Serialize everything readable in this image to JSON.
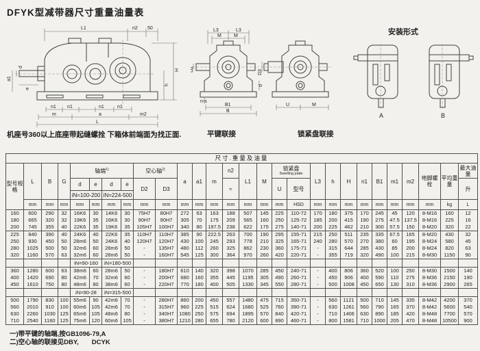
{
  "page_title": "DFYK型减带器尺寸重量油量表",
  "note_under_drawings": "机座号360以上底座带起缝螺拴  下箱体前端面为找正面.",
  "drawings": {
    "side": {
      "L1": "L1",
      "n2": "n2",
      "fifty": "50",
      "H": "H",
      "h": "h",
      "a1": "a1",
      "d": "d",
      "e": "e",
      "n1": "n1",
      "m": "m",
      "a": "a",
      "m2": "m2",
      "L": "L"
    },
    "key_view": {
      "caption": "平键联接",
      "L3": "L3",
      "M": "M",
      "D2": "D2",
      "ns": "n-s",
      "B1": "B1",
      "B": "B",
      "d": "d"
    },
    "lock_view": {
      "caption": "锁紧盘联接",
      "D3": "D3",
      "U": "U",
      "M": "M"
    },
    "mount": {
      "title": "安装形式",
      "A": "A",
      "B": "B"
    }
  },
  "table": {
    "caption": "尺寸.重量及油量",
    "header": {
      "model": "型号规格",
      "L": "L",
      "B": "B",
      "G": "G",
      "shaft_end": "轴端",
      "shaft_end_sup": "1)",
      "d": "d",
      "e": "e",
      "range1": "iN=100-200",
      "range2": "iN=224-500",
      "hollow": "空心轴",
      "hollow_sup": "2)",
      "D2": "D2",
      "D3": "D3",
      "a": "a",
      "a1": "a1",
      "m": "m",
      "n2": "n2",
      "approx": "≈",
      "L1": "L1",
      "M": "M",
      "lock_cn": "锁紧盘",
      "lock_en": "Swelling plate",
      "U": "U",
      "model_no": "型号",
      "L3": "L3",
      "h": "h",
      "H": "H",
      "n1": "n1",
      "B1": "B1",
      "m1": "m1",
      "m2": "m2",
      "anchor": "地脚螺栓",
      "weight": "平均重量",
      "oil": "最大油量",
      "oil_unit_cn": "升",
      "units": {
        "mm": "mm",
        "kg": "kg",
        "L": "L",
        "HSD": "HSD"
      }
    },
    "sections": [
      {
        "rows": [
          [
            "160",
            "600",
            "290",
            "32",
            "16K6",
            "30",
            "14K6",
            "30",
            "75H7",
            "80H7",
            "272",
            "63",
            "163",
            "188",
            "507",
            "145",
            "225",
            "110-72",
            "170",
            "180",
            "375",
            "170",
            "245",
            "45",
            "120",
            "8-M16",
            "160",
            "12"
          ],
          [
            "180",
            "665",
            "320",
            "32",
            "19K6",
            "35",
            "16K6",
            "30",
            "90H7",
            "90H7",
            "305",
            "70",
            "175",
            "209",
            "565",
            "160",
            "250",
            "125-72",
            "185",
            "200",
            "415",
            "190",
            "275",
            "47.5",
            "137.5",
            "8-M16",
            "225",
            "16"
          ],
          [
            "200",
            "745",
            "355",
            "40",
            "22K6",
            "35",
            "19K6",
            "35",
            "105H7",
            "100H7",
            "340",
            "80",
            "197.5",
            "238",
            "622",
            "175",
            "275",
            "140-71",
            "200",
            "225",
            "462",
            "210",
            "300",
            "57.5",
            "150",
            "8-M20",
            "320",
            "22"
          ]
        ]
      },
      {
        "rows": [
          [
            "225",
            "840",
            "390",
            "40",
            "24K6",
            "40",
            "22K6",
            "35",
            "110H7",
            "110H7",
            "385",
            "90",
            "222.5",
            "263",
            "700",
            "190",
            "295",
            "155-71",
            "215",
            "250",
            "511",
            "235",
            "335",
            "67.5",
            "165",
            "8-M20",
            "430",
            "32"
          ],
          [
            "250",
            "930",
            "450",
            "50",
            "28m6",
            "50",
            "24K6",
            "40",
            "120H7",
            "120H7",
            "430",
            "100",
            "245",
            "293",
            "778",
            "210",
            "325",
            "165-71",
            "240",
            "280",
            "570",
            "270",
            "380",
            "60",
            "195",
            "8-M24",
            "580",
            "45"
          ],
          [
            "280",
            "1025",
            "500",
            "50",
            "32m6",
            "60",
            "28m6",
            "50",
            "-",
            "135H7",
            "480",
            "112",
            "260",
            "325",
            "862",
            "230",
            "360",
            "175-71",
            "-",
            "315",
            "644",
            "285",
            "430",
            "85",
            "200",
            "8-M24",
            "820",
            "63"
          ],
          [
            "320",
            "1160",
            "570",
            "63",
            "32m6",
            "60",
            "28m6",
            "50",
            "-",
            "160H7",
            "545",
            "125",
            "300",
            "364",
            "970",
            "260",
            "420",
            "220-71",
            "-",
            "355",
            "719",
            "320",
            "490",
            "100",
            "215",
            "8-M30",
            "1150",
            "90"
          ]
        ]
      },
      {
        "separator": [
          "iN=90-160",
          "iN=180-500"
        ]
      },
      {
        "rows": [
          [
            "360",
            "1280",
            "600",
            "63",
            "38m6",
            "60",
            "28m6",
            "50",
            "-",
            "180H7",
            "610",
            "140",
            "320",
            "398",
            "1070",
            "285",
            "450",
            "240-71",
            "-",
            "400",
            "806",
            "360",
            "520",
            "100",
            "250",
            "8-M30",
            "1500",
            "140"
          ],
          [
            "400",
            "1420",
            "690",
            "80",
            "42m6",
            "70",
            "32m6",
            "60",
            "-",
            "200H7",
            "680",
            "160",
            "355",
            "445",
            "1195",
            "305",
            "490",
            "260-71",
            "-",
            "450",
            "906",
            "400",
            "590",
            "110",
            "275",
            "8-M36",
            "2150",
            "190"
          ],
          [
            "450",
            "1610",
            "750",
            "80",
            "48m6",
            "80",
            "38m6",
            "60",
            "-",
            "220H7",
            "770",
            "180",
            "400",
            "505",
            "1330",
            "345",
            "550",
            "280-71",
            "-",
            "500",
            "1008",
            "450",
            "650",
            "130",
            "310",
            "8-M36",
            "2900",
            "265"
          ]
        ]
      },
      {
        "separator": [
          "iN=90-28",
          "iN=315-500"
        ]
      },
      {
        "rows": [
          [
            "500",
            "1790",
            "830",
            "100",
            "55m6",
            "90",
            "42m6",
            "70",
            "-",
            "280H7",
            "860",
            "200",
            "450",
            "557",
            "1480",
            "475",
            "715",
            "350-71",
            "-",
            "560",
            "1121",
            "500",
            "710",
            "145",
            "335",
            "8-M42",
            "4200",
            "370"
          ],
          [
            "560",
            "2010",
            "910",
            "100",
            "60m6",
            "105",
            "42m6",
            "70",
            "-",
            "315H7",
            "960",
            "225",
            "515",
            "624",
            "1680",
            "525",
            "760",
            "390-71",
            "-",
            "630",
            "1261",
            "560",
            "790",
            "165",
            "370",
            "8-M42",
            "5600",
            "540"
          ],
          [
            "630",
            "2260",
            "1030",
            "125",
            "65m6",
            "105",
            "48m6",
            "80",
            "-",
            "340H7",
            "1080",
            "250",
            "575",
            "694",
            "1895",
            "570",
            "840",
            "420-71",
            "-",
            "710",
            "1406",
            "630",
            "890",
            "185",
            "420",
            "8-M48",
            "7700",
            "570"
          ],
          [
            "710",
            "2540",
            "1160",
            "125",
            "75m6",
            "120",
            "60m6",
            "105",
            "-",
            "380H7",
            "1210",
            "280",
            "655",
            "780",
            "2120",
            "600",
            "890",
            "460-71",
            "-",
            "800",
            "1581",
            "710",
            "1000",
            "205",
            "470",
            "8-M48",
            "10500",
            "900"
          ]
        ]
      }
    ]
  },
  "footnotes": [
    "一)带平键的轴端,按GB1096-79,A",
    "二)空心轴的联接见DBY,　　DCYK"
  ]
}
